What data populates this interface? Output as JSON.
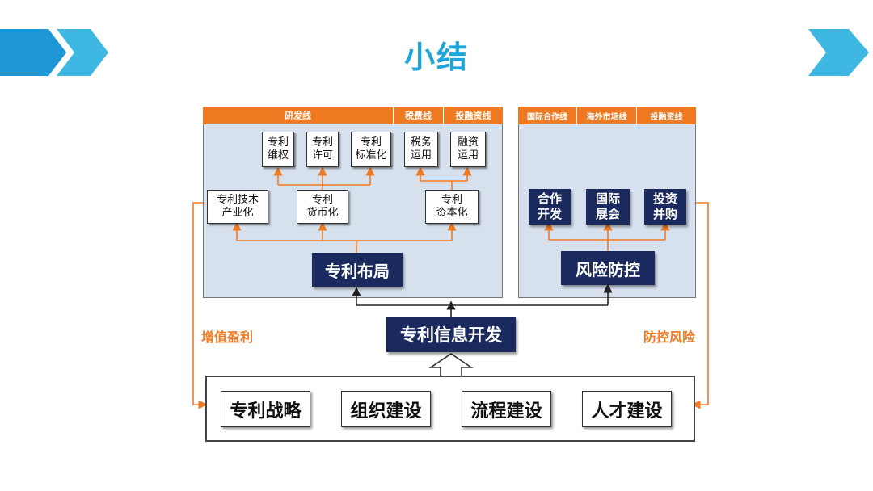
{
  "title": "小结",
  "colors": {
    "accent": "#1ea5d8",
    "orange": "#f07a22",
    "navy": "#1b2a5e",
    "panel": "#d7e1ee"
  },
  "left_panel": {
    "headers": [
      "研发线",
      "税费线",
      "投融资线"
    ],
    "top_row": [
      "专利\n维权",
      "专利\n许可",
      "专利\n标准化",
      "税务\n运用",
      "融资\n运用"
    ],
    "mid_row": [
      "专利技术\n产业化",
      "专利\n货币化",
      "专利\n资本化"
    ],
    "core": "专利布局"
  },
  "right_panel": {
    "headers": [
      "国际合作线",
      "海外市场线",
      "投融资线"
    ],
    "boxes": [
      "合作\n开发",
      "国际\n展会",
      "投资\n并购"
    ],
    "core": "风险防控"
  },
  "center": "专利信息开发",
  "side_left": "增值盈利",
  "side_right": "防控风险",
  "foundation": [
    "专利战略",
    "组织建设",
    "流程建设",
    "人才建设"
  ]
}
